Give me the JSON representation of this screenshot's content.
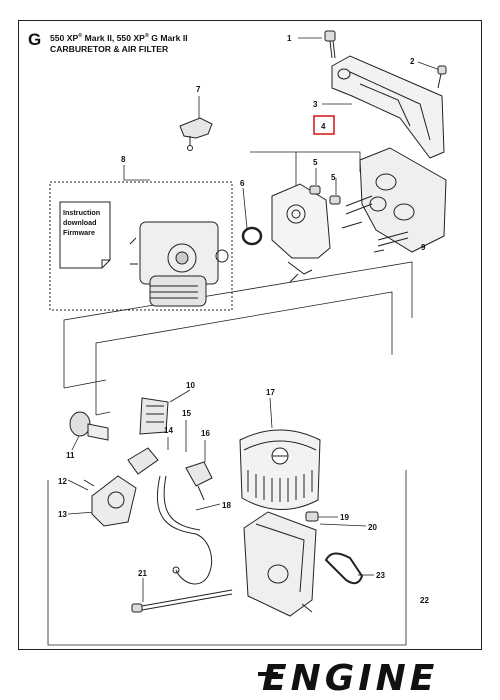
{
  "header": {
    "section_letter": "G",
    "model_line": "550 XP® Mark II, 550 XP® G Mark II",
    "subtitle": "CARBURETOR & AIR FILTER"
  },
  "document_box": {
    "lines": [
      "Instruction",
      "download",
      "Firmware"
    ]
  },
  "callouts": [
    "1",
    "2",
    "3",
    "4",
    "5",
    "5",
    "6",
    "7",
    "8",
    "9",
    "10",
    "11",
    "12",
    "13",
    "14",
    "15",
    "16",
    "17",
    "18",
    "19",
    "20",
    "21",
    "22",
    "23"
  ],
  "highlight_color": "#d62020",
  "brand": "ENGINE"
}
